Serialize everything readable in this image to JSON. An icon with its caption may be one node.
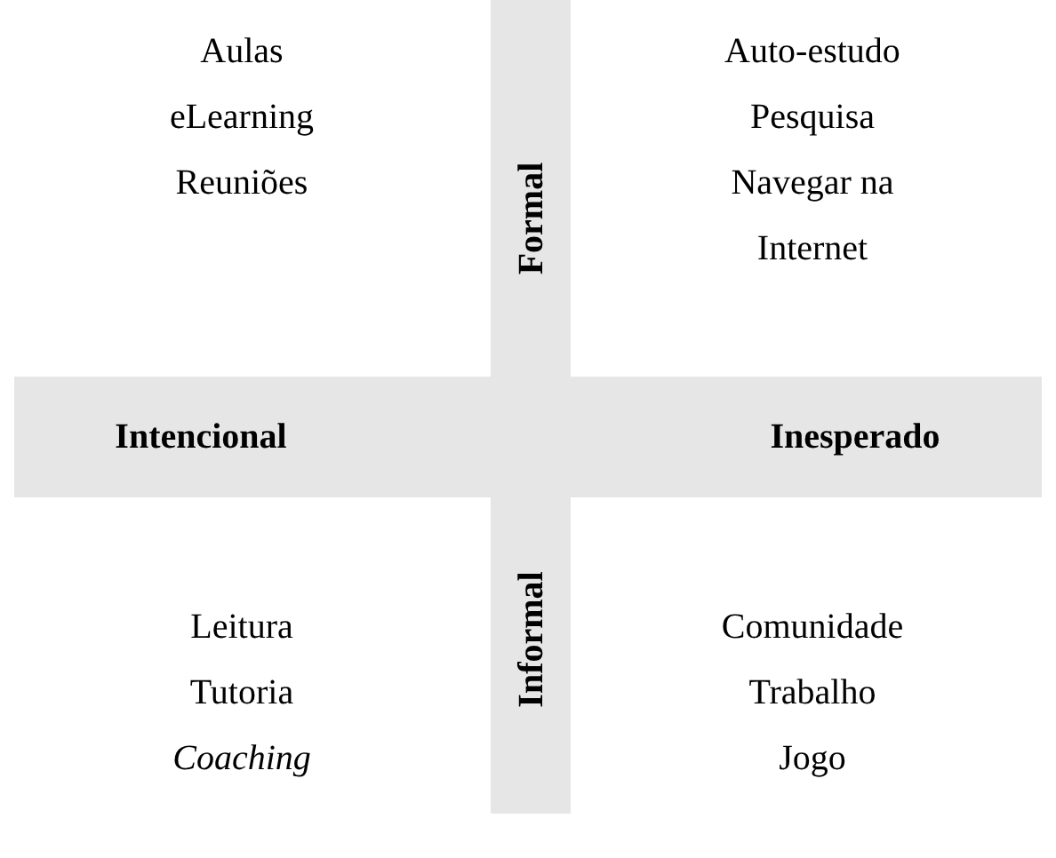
{
  "diagram": {
    "nodes": [
      {
        "text": [
          "Formal",
          "Informal"
        ]
      },
      {
        "text": [
          "Intencional",
          "Inesperado"
        ]
      }
    ],
    "labels": [
      "Aulas",
      "eLearning",
      "Reuniões",
      "Auto-estudo",
      "Pesquisa",
      "Navegar na Internet",
      "Leitura",
      "Tutoria",
      "*Coaching*",
      "Comunidade",
      "Trabalho",
      "Jogo"
    ]
  }
}
